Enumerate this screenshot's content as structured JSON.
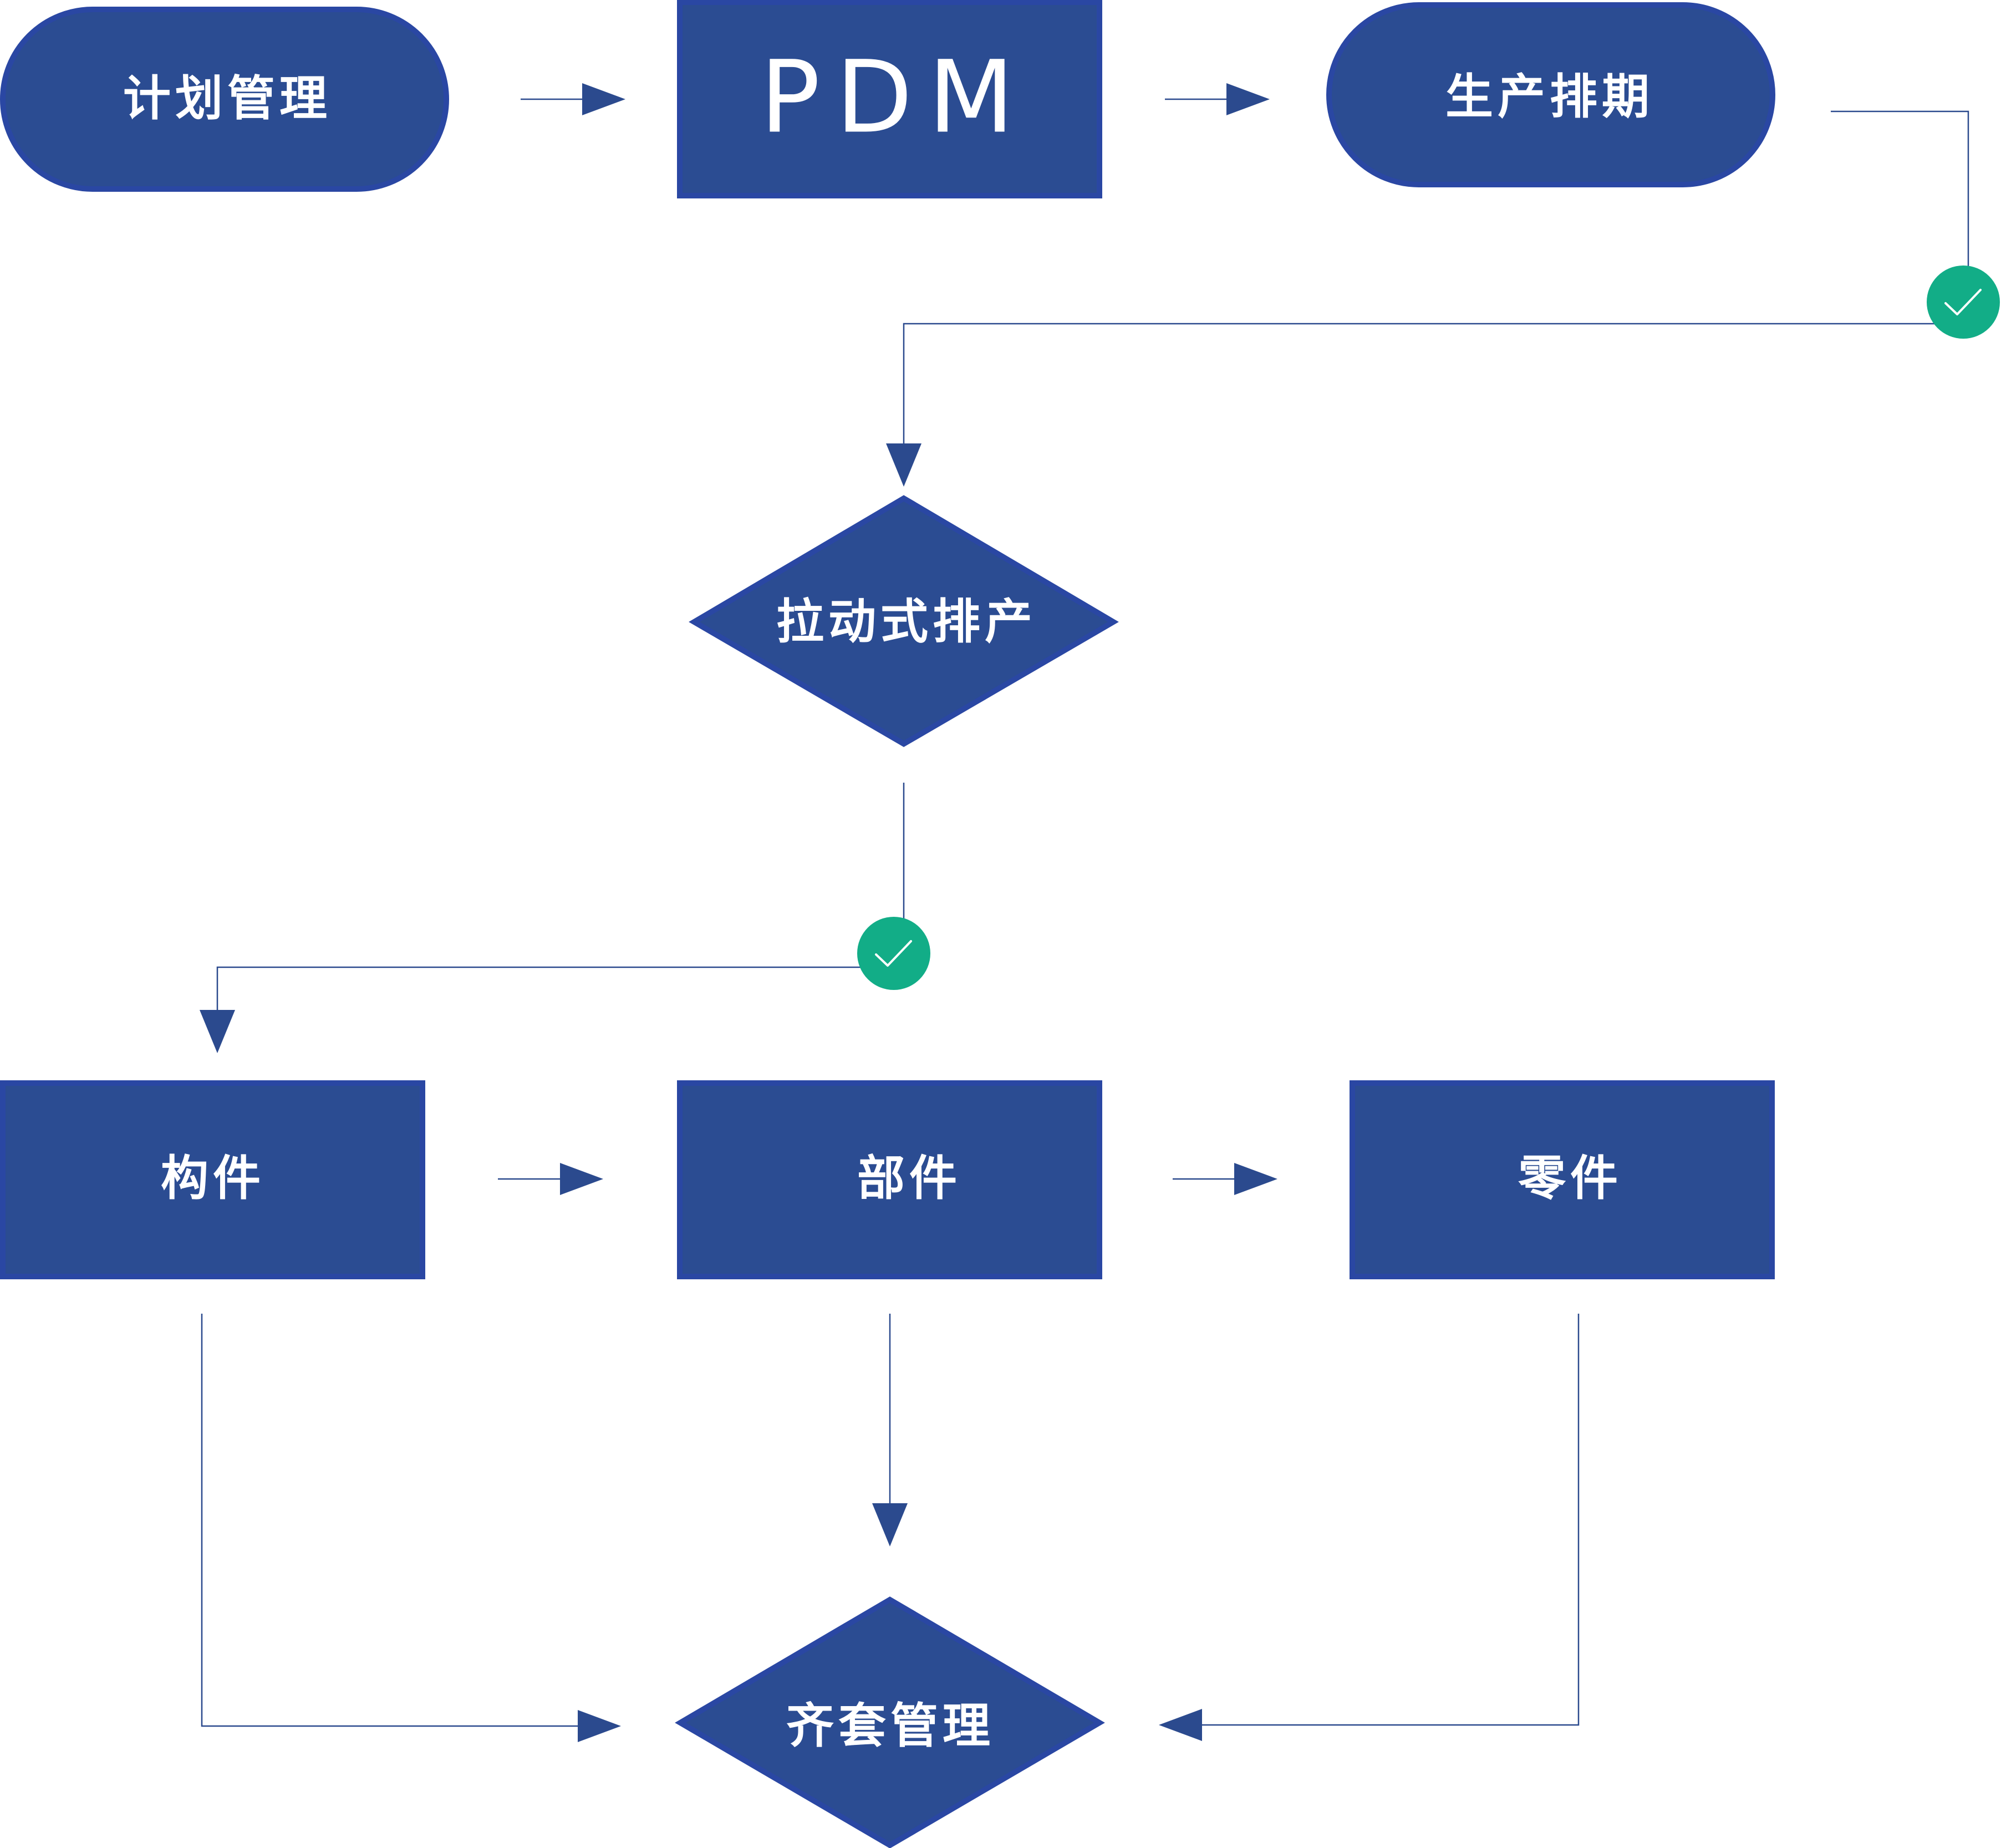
{
  "colors": {
    "node_fill": "#2b4c92",
    "node_border": "#2a47a3",
    "connector": "#2b4a8e",
    "check": "#12ad87",
    "label": "#ffffff",
    "background": "#ffffff"
  },
  "nodes": {
    "plan_management": {
      "label": "计划管理",
      "shape": "pill"
    },
    "pdm": {
      "label": "PDM",
      "shape": "rectangle"
    },
    "production_scheduling": {
      "label": "生产排期",
      "shape": "pill"
    },
    "pull_scheduling": {
      "label": "拉动式排产",
      "shape": "diamond"
    },
    "component": {
      "label": "构件",
      "shape": "rectangle"
    },
    "assembly": {
      "label": "部件",
      "shape": "rectangle"
    },
    "part": {
      "label": "零件",
      "shape": "rectangle"
    },
    "kitting_management": {
      "label": "齐套管理",
      "shape": "diamond"
    }
  },
  "edges": [
    {
      "from": "plan_management",
      "to": "pdm"
    },
    {
      "from": "pdm",
      "to": "production_scheduling"
    },
    {
      "from": "production_scheduling",
      "to": "pull_scheduling",
      "checkpoint": "check-icon"
    },
    {
      "from": "pull_scheduling",
      "to": "component",
      "checkpoint": "check-icon"
    },
    {
      "from": "component",
      "to": "assembly"
    },
    {
      "from": "assembly",
      "to": "part"
    },
    {
      "from": "component",
      "to": "kitting_management"
    },
    {
      "from": "assembly",
      "to": "kitting_management"
    },
    {
      "from": "part",
      "to": "kitting_management"
    }
  ],
  "icons": {
    "checkpoint": "check-icon"
  }
}
